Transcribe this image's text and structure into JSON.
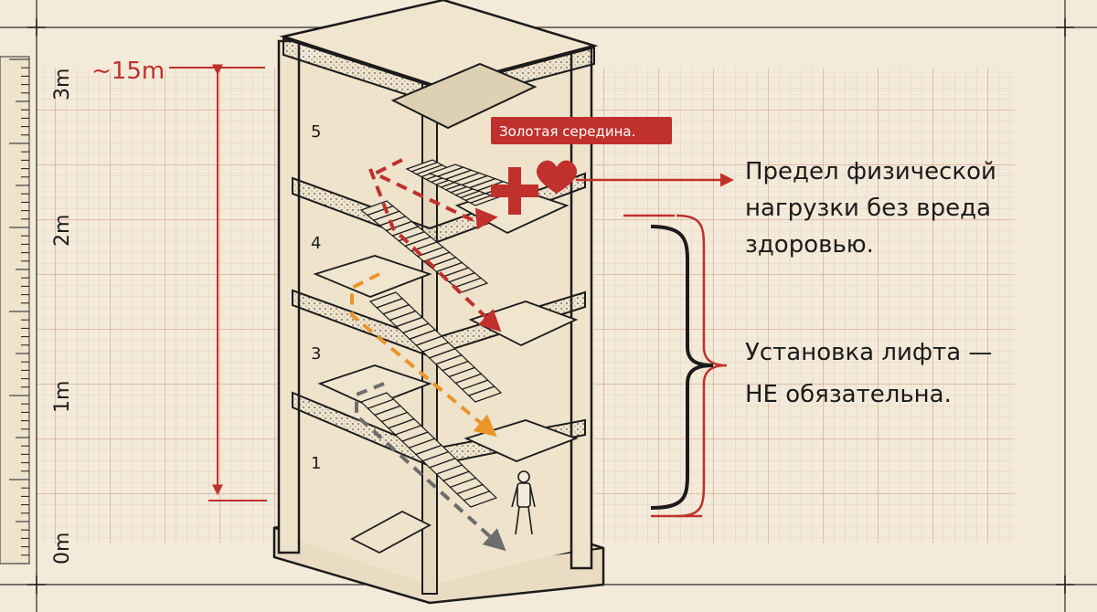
{
  "ruler": {
    "marks": [
      "0m",
      "1m",
      "2m",
      "3m"
    ]
  },
  "height_label": "~15m",
  "badge": "Золотая середина.",
  "floors": [
    "1",
    "3",
    "4",
    "5"
  ],
  "notes": {
    "limit_line1": "Предел физической",
    "limit_line2": "нагрузки без вреда",
    "limit_line3": "здоровью.",
    "elevator_line1": "Установка лифта —",
    "elevator_line2": "НЕ обязательна."
  },
  "colors": {
    "accent_red": "#c0302c",
    "orange": "#e8962a",
    "grey_path": "#6d6d6d",
    "ink": "#1b1b1b",
    "paper": "#f3ead9"
  },
  "icons": [
    "medical-cross-icon",
    "heart-icon",
    "person-icon"
  ]
}
